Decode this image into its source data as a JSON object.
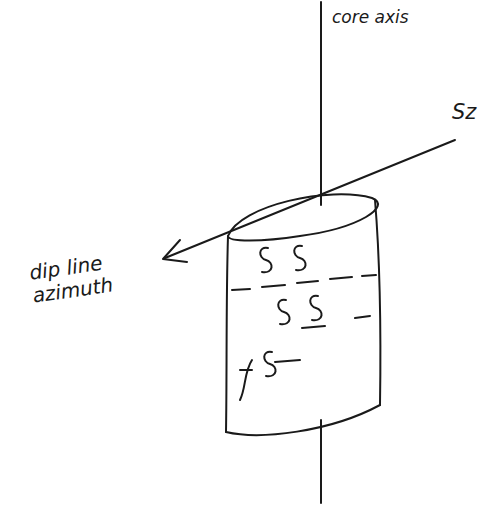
{
  "diagram": {
    "labels": [
      "core axis",
      "Sz",
      "dip line azimuth"
    ]
  }
}
